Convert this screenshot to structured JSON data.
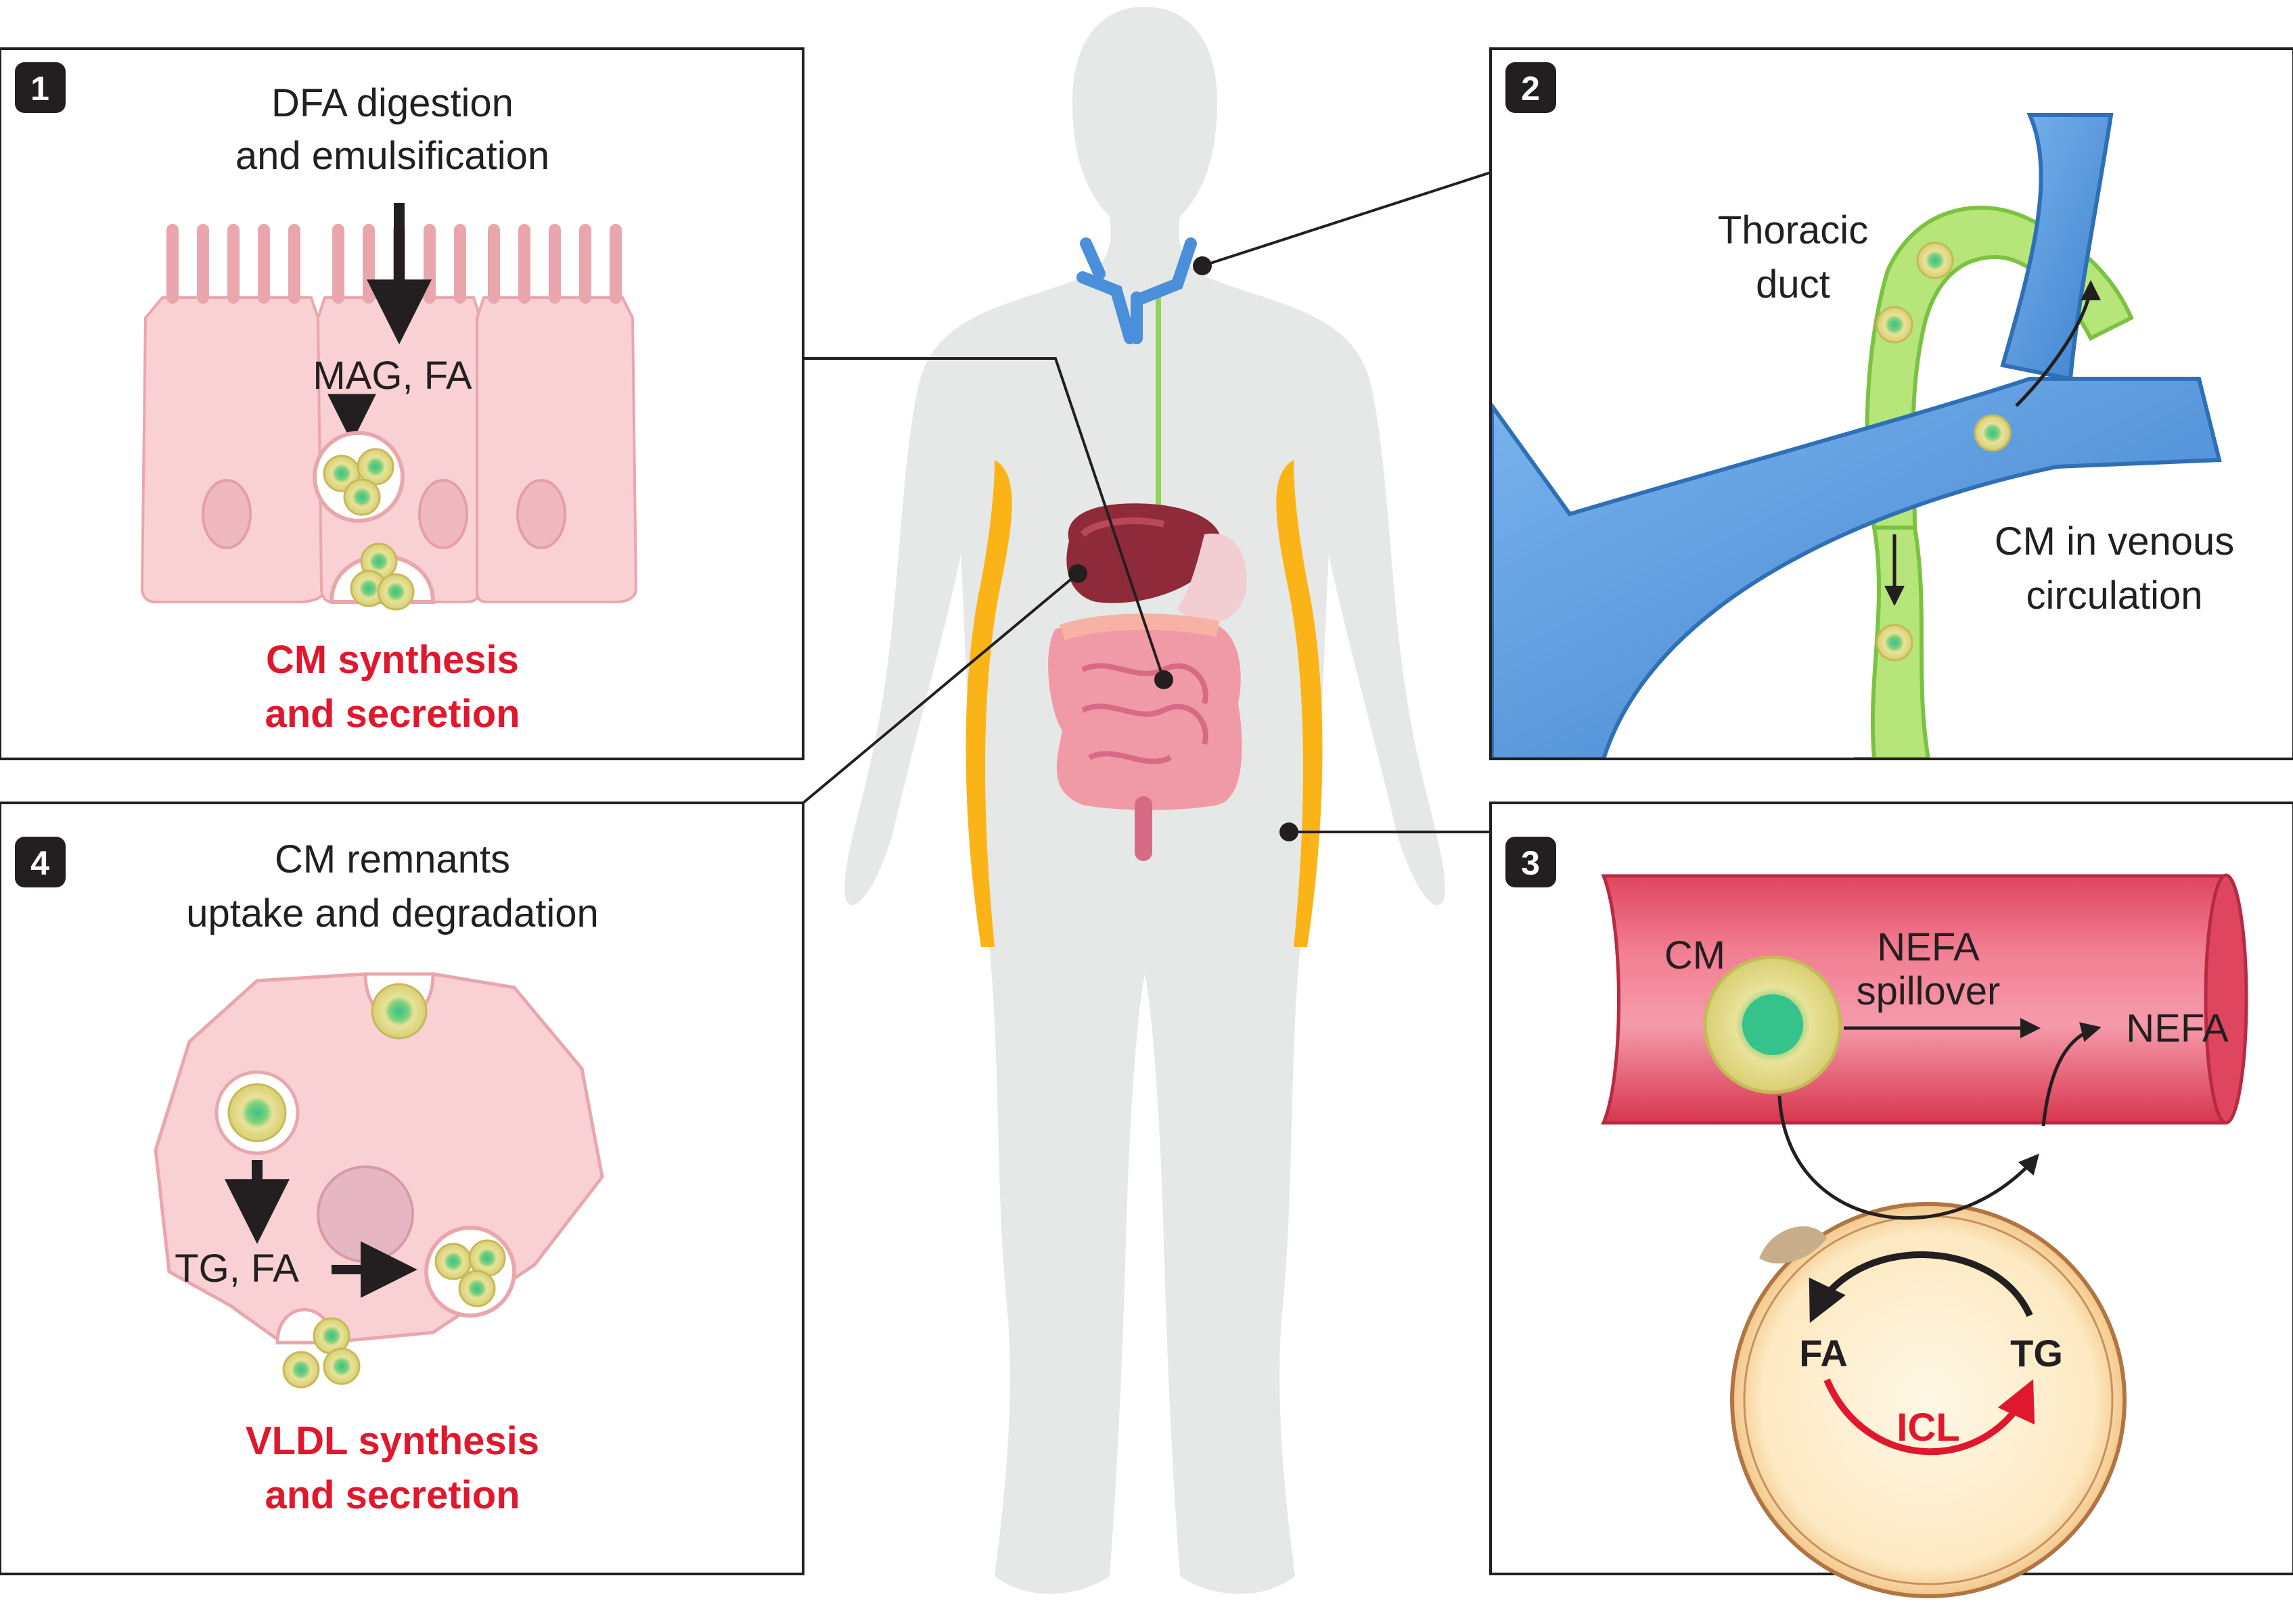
{
  "panels": {
    "p1": {
      "number": "1",
      "title_line1": "DFA digestion",
      "title_line2": "and emulsification",
      "molecules": "MAG, FA",
      "caption_line1": "CM synthesis",
      "caption_line2": "and secretion"
    },
    "p2": {
      "number": "2",
      "duct_line1": "Thoracic",
      "duct_line2": "duct",
      "venous_line1": "CM in venous",
      "venous_line2": "circulation"
    },
    "p3": {
      "number": "3",
      "cm": "CM",
      "spill_line1": "NEFA",
      "spill_line2": "spillover",
      "nefa": "NEFA",
      "fa": "FA",
      "tg": "TG",
      "icl": "ICL"
    },
    "p4": {
      "number": "4",
      "title_line1": "CM remnants",
      "title_line2": "uptake and degradation",
      "molecules": "TG, FA",
      "caption_line1": "VLDL synthesis",
      "caption_line2": "and secretion"
    }
  },
  "colors": {
    "silhouette": "#e6e7e7",
    "cell_pink": "#f9d1d5",
    "vein_blue": "#4a8fd9",
    "lymph_green": "#b6e57a",
    "adipose": "#fbb418",
    "vessel_red": "#e0455f",
    "accent_red": "#e0182d",
    "frame": "#231f20"
  }
}
